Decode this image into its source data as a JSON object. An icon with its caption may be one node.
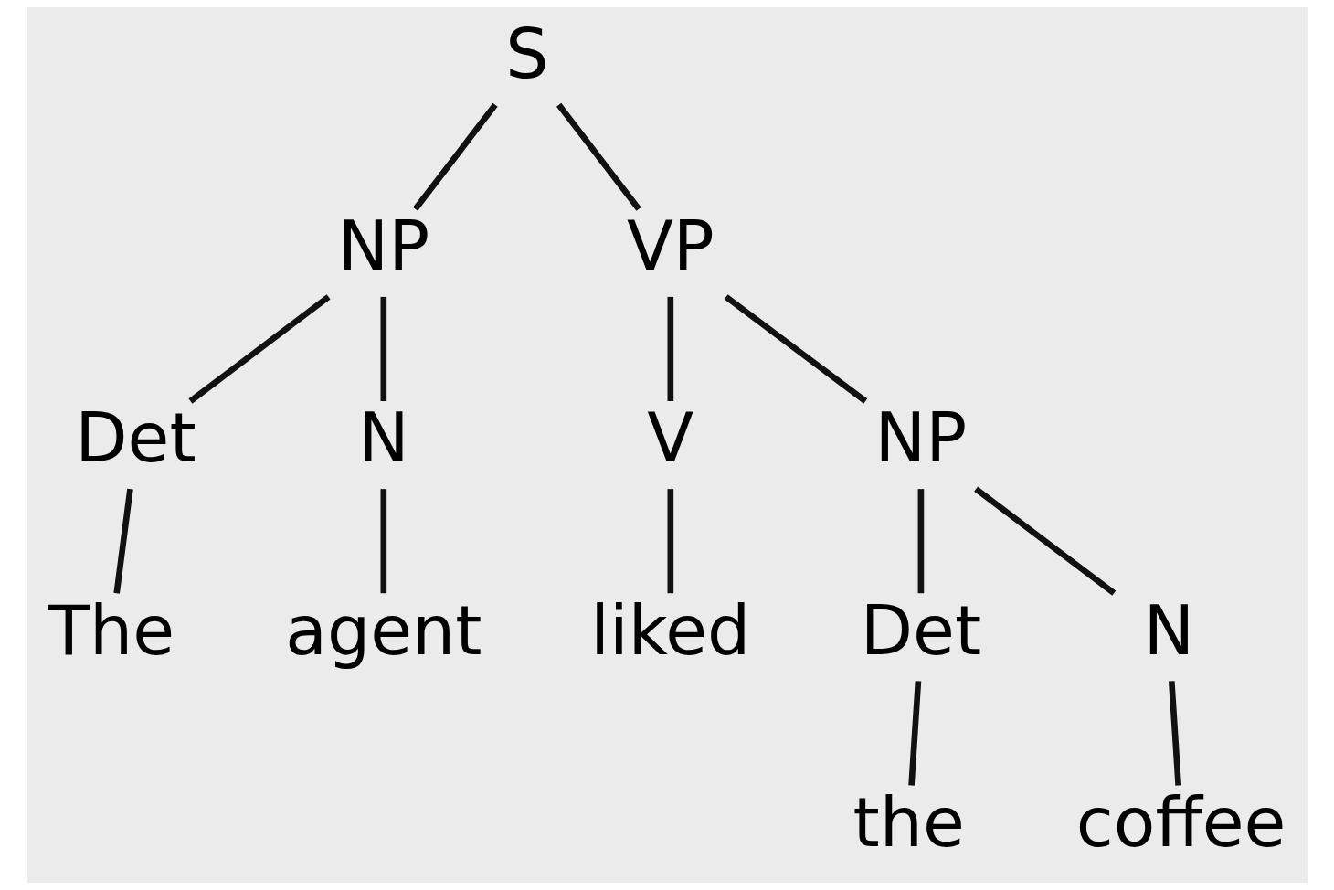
{
  "diagram": {
    "nodes": [
      {
        "text": [
          "S"
        ]
      },
      {
        "text": [
          "NP"
        ]
      },
      {
        "text": [
          "VP"
        ]
      },
      {
        "text": [
          "Det"
        ]
      },
      {
        "text": [
          "N"
        ]
      },
      {
        "text": [
          "The"
        ]
      },
      {
        "text": [
          "agent"
        ]
      },
      {
        "text": [
          "V"
        ]
      },
      {
        "text": [
          "NP"
        ]
      },
      {
        "text": [
          "liked"
        ]
      },
      {
        "text": [
          "Det"
        ]
      },
      {
        "text": [
          "N"
        ]
      },
      {
        "text": [
          "the"
        ]
      },
      {
        "text": [
          "coffee"
        ]
      }
    ],
    "edges": [
      {
        "from": 0,
        "to": 1,
        "arrow": "none"
      },
      {
        "from": 0,
        "to": 2,
        "arrow": "none"
      },
      {
        "from": 1,
        "to": 3,
        "arrow": "none"
      },
      {
        "from": 1,
        "to": 4,
        "arrow": "none"
      },
      {
        "from": 3,
        "to": 5,
        "arrow": "none"
      },
      {
        "from": 4,
        "to": 6,
        "arrow": "none"
      },
      {
        "from": 2,
        "to": 7,
        "arrow": "none"
      },
      {
        "from": 2,
        "to": 8,
        "arrow": "none"
      },
      {
        "from": 7,
        "to": 9,
        "arrow": "none"
      },
      {
        "from": 8,
        "to": 10,
        "arrow": "none"
      },
      {
        "from": 8,
        "to": 11,
        "arrow": "none"
      },
      {
        "from": 10,
        "to": 12,
        "arrow": "none"
      },
      {
        "from": 11,
        "to": 13,
        "arrow": "none"
      }
    ]
  }
}
